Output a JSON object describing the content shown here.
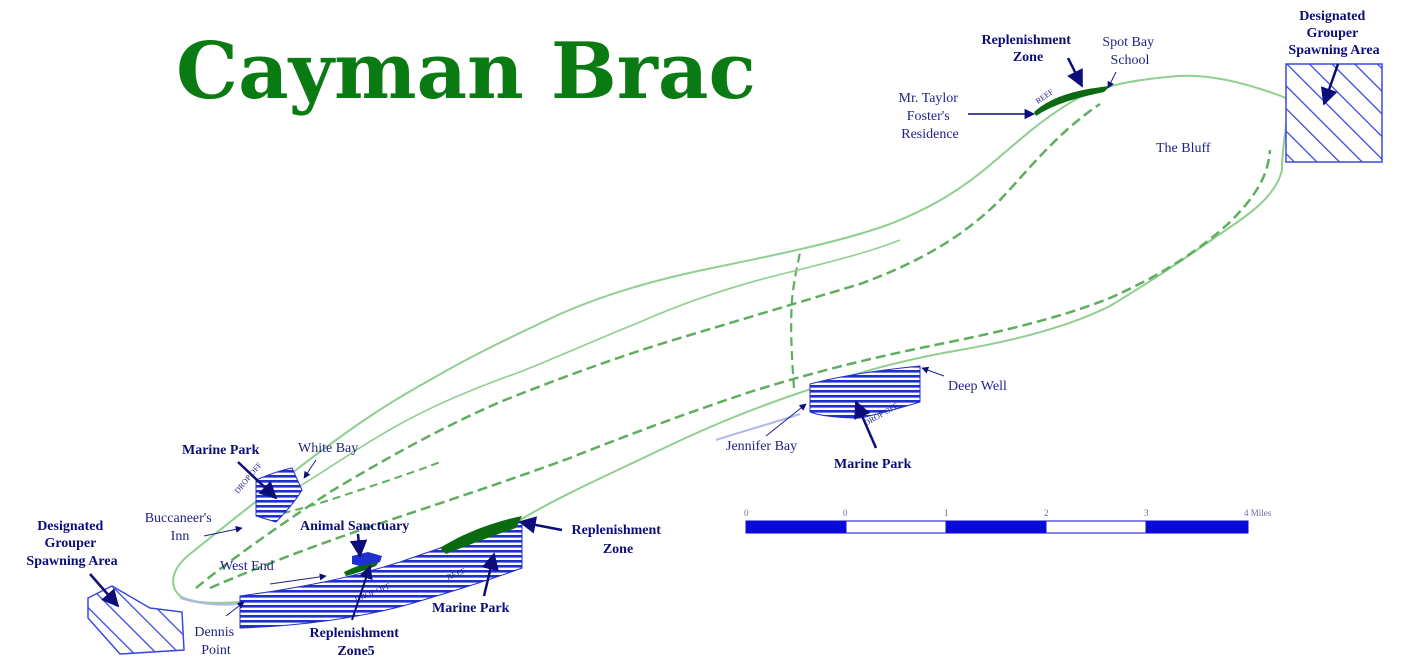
{
  "title": "Cayman Brac",
  "colors": {
    "coast": "#8fcf8f",
    "road": "#5fae5f",
    "zone_blue": "#1f2fd0",
    "replenishment_green": "#0a6a12",
    "label_blue": "#1f1f8a",
    "title_green": "#0a7a12"
  },
  "labels": {
    "replenishment_zone_ne": [
      "Replenishment",
      "Zone"
    ],
    "spot_bay_school": [
      "Spot Bay",
      "School"
    ],
    "mr_taylor": [
      "Mr. Taylor",
      "Foster's",
      "Residence"
    ],
    "reef_ne": "REEF",
    "designated_ne": [
      "Designated",
      "Grouper",
      "Spawning Area"
    ],
    "the_bluff": "The Bluff",
    "deep_well": "Deep Well",
    "drop_off_east": "DROP OFF",
    "jennifer_bay": "Jennifer Bay",
    "marine_park_east": "Marine Park",
    "marine_park_nw": "Marine Park",
    "white_bay": "White Bay",
    "drop_off_nw": "DROP OFF",
    "buccaneers_inn": [
      "Buccaneer's",
      "Inn"
    ],
    "animal_sanctuary": "Animal Sanctuary",
    "replenishment_zone_se": [
      "Replenishment",
      "Zone"
    ],
    "designated_sw": [
      "Designated",
      "Grouper",
      "Spawning Area"
    ],
    "west_end": "West End",
    "reef_south": "REEF",
    "drop_off_south": "DROP OFF",
    "marine_park_south": "Marine Park",
    "dennis_point": [
      "Dennis",
      "Point"
    ],
    "replenishment_zone5": [
      "Replenishment",
      "Zone5"
    ]
  },
  "scale_bar": {
    "ticks": [
      "0",
      "0",
      "1",
      "2",
      "3",
      "4 Miles"
    ]
  }
}
